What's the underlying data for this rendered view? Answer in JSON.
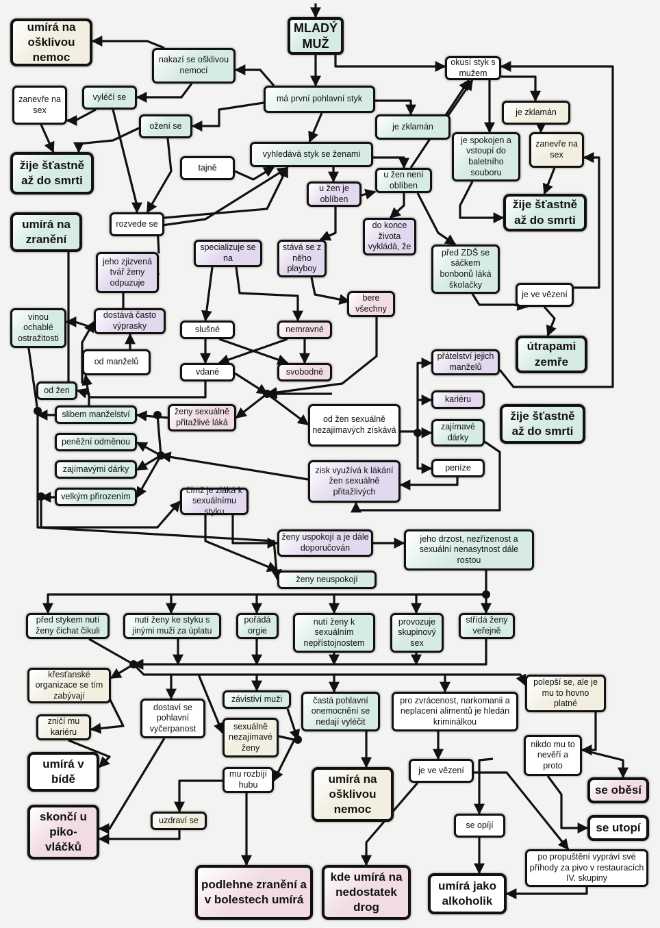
{
  "palette": {
    "green": "#d6ebe6",
    "purple": "#e3d9ee",
    "cream": "#f2efe0",
    "pink": "#f1dde1",
    "white": "#ffffff",
    "line": "#111111",
    "bg": "#f3f3f1"
  },
  "nodes": [
    {
      "id": "mlady",
      "text": "MLADÝ MUŽ"
    },
    {
      "id": "umira_osklivou_top",
      "text": "umírá na ošklivou nemoc"
    },
    {
      "id": "nakazi",
      "text": "nakazí se ošklivou nemocí"
    },
    {
      "id": "vyleci",
      "text": "vyléčí se"
    },
    {
      "id": "zanevre_left",
      "text": "zanevře na sex"
    },
    {
      "id": "ma_prvni",
      "text": "má první pohlavní styk"
    },
    {
      "id": "ozeni",
      "text": "ožení se"
    },
    {
      "id": "zije_left",
      "text": "žije šťastně až do smrti"
    },
    {
      "id": "tajne",
      "text": "tajně"
    },
    {
      "id": "vyhledava",
      "text": "vyhledává styk se ženami"
    },
    {
      "id": "zklaman_mid",
      "text": "je zklamán"
    },
    {
      "id": "okusi",
      "text": "okusí styk s mužem"
    },
    {
      "id": "zklaman_right",
      "text": "je zklamán"
    },
    {
      "id": "spokojen",
      "text": "je spokojen a vstoupí do baletního souboru"
    },
    {
      "id": "zanevre_right",
      "text": "zanevře na sex"
    },
    {
      "id": "zije_right1",
      "text": "žije šťastně až do smrti"
    },
    {
      "id": "neni_obliben",
      "text": "u žen není oblíben"
    },
    {
      "id": "je_obliben",
      "text": "u žen je oblíben"
    },
    {
      "id": "umira_zraneni",
      "text": "umírá na zranění"
    },
    {
      "id": "rozvede",
      "text": "rozvede se"
    },
    {
      "id": "specializuje",
      "text": "specializuje se na"
    },
    {
      "id": "playboy",
      "text": "stává se z něho playboy"
    },
    {
      "id": "do_konce",
      "text": "do konce života vykládá, že"
    },
    {
      "id": "pred_zds",
      "text": "před ZDŠ se sáčkem bonbonů láká školačky"
    },
    {
      "id": "vezeni_top",
      "text": "je ve vězení"
    },
    {
      "id": "zjizvena",
      "text": "jeho zjizvená tvář ženy odpuzuje"
    },
    {
      "id": "bere",
      "text": "bere všechny"
    },
    {
      "id": "utrapami",
      "text": "útrapami zemře"
    },
    {
      "id": "vinou",
      "text": "vinou ochablé ostražitosti"
    },
    {
      "id": "vyprasky",
      "text": "dostává často výprasky"
    },
    {
      "id": "slusne",
      "text": "slušné"
    },
    {
      "id": "nemravne",
      "text": "nemravné"
    },
    {
      "id": "od_manzelu",
      "text": "od manželů"
    },
    {
      "id": "vdane",
      "text": "vdané"
    },
    {
      "id": "svobodne",
      "text": "svobodné"
    },
    {
      "id": "pratelstvi",
      "text": "přátelství jejich manželů"
    },
    {
      "id": "od_zen",
      "text": "od žen"
    },
    {
      "id": "kariera",
      "text": "kariéru"
    },
    {
      "id": "zije_right2",
      "text": "žije šťastně až do smrti"
    },
    {
      "id": "slibem",
      "text": "slibem manželství"
    },
    {
      "id": "prit_laka",
      "text": "ženy sexuálně přitažlivé láká"
    },
    {
      "id": "nezaj_ziskava",
      "text": "od žen sexuálně nezajímavých získává"
    },
    {
      "id": "zajimave_darky",
      "text": "zajímavé dárky"
    },
    {
      "id": "penezni",
      "text": "peněžní odměnou"
    },
    {
      "id": "zajimavymi",
      "text": "zajímavými dárky"
    },
    {
      "id": "penize",
      "text": "peníze"
    },
    {
      "id": "zisk",
      "text": "zisk využívá k lákání žen sexuálně přitažlivých"
    },
    {
      "id": "velkym",
      "text": "velkým přirozením"
    },
    {
      "id": "cimz",
      "text": "čímž je zláká k sexuálnímu styku"
    },
    {
      "id": "uspokoji",
      "text": "ženy uspokojí a je dále doporučován"
    },
    {
      "id": "drzost",
      "text": "jeho drzost, nezřízenost a sexuální nenasytnost dále rostou"
    },
    {
      "id": "neuspokoji",
      "text": "ženy neuspokojí"
    },
    {
      "id": "cikuli",
      "text": "před stykem nutí ženy čichat čikuli"
    },
    {
      "id": "jinym",
      "text": "nutí ženy ke styku s jinými muži za úplatu"
    },
    {
      "id": "orgie",
      "text": "pořádá orgie"
    },
    {
      "id": "neprist",
      "text": "nutí ženy k sexuálním nepřístojnostem"
    },
    {
      "id": "skupinovy",
      "text": "provozuje skupinový sex"
    },
    {
      "id": "strida",
      "text": "střídá ženy veřejně"
    },
    {
      "id": "krestanske",
      "text": "křesťanské organizace se tím zabývají"
    },
    {
      "id": "polepsi",
      "text": "polepší se, ale je mu to hovno platné"
    },
    {
      "id": "zavistivi",
      "text": "závistiví muži"
    },
    {
      "id": "vycerpanost",
      "text": "dostaví se pohlavní vyčerpanost"
    },
    {
      "id": "casta",
      "text": "častá pohlavní onemocnění se nedají vyléčit"
    },
    {
      "id": "zvracenost",
      "text": "pro zvrácenost, narkomanii a neplacení alimentů je hledán kriminálkou"
    },
    {
      "id": "znici",
      "text": "zničí mu kariéru"
    },
    {
      "id": "nezajimave_zeny",
      "text": "sexuálně nezajímavé ženy"
    },
    {
      "id": "nikdo",
      "text": "nikdo mu to nevěří a proto"
    },
    {
      "id": "bide",
      "text": "umírá v bídě"
    },
    {
      "id": "hubu",
      "text": "mu rozbíjí hubu"
    },
    {
      "id": "umira_osklivou_bottom",
      "text": "umírá na ošklivou nemoc"
    },
    {
      "id": "vezeni_bottom",
      "text": "je ve vězení"
    },
    {
      "id": "obesi",
      "text": "se oběsí"
    },
    {
      "id": "pikovlacku",
      "text": "skončí u piko-vláčků"
    },
    {
      "id": "uzdravi",
      "text": "uzdraví se"
    },
    {
      "id": "opiji",
      "text": "se opíjí"
    },
    {
      "id": "utopi",
      "text": "se utopí"
    },
    {
      "id": "propusteni",
      "text": "po propuštění vypráví své příhody za pivo v restauracích IV. skupiny"
    },
    {
      "id": "podlehne",
      "text": "podlehne zranění a v bolestech umírá"
    },
    {
      "id": "nedostatek",
      "text": "kde umírá na nedostatek drog"
    },
    {
      "id": "alkoholik",
      "text": "umírá jako alkoholik"
    }
  ]
}
